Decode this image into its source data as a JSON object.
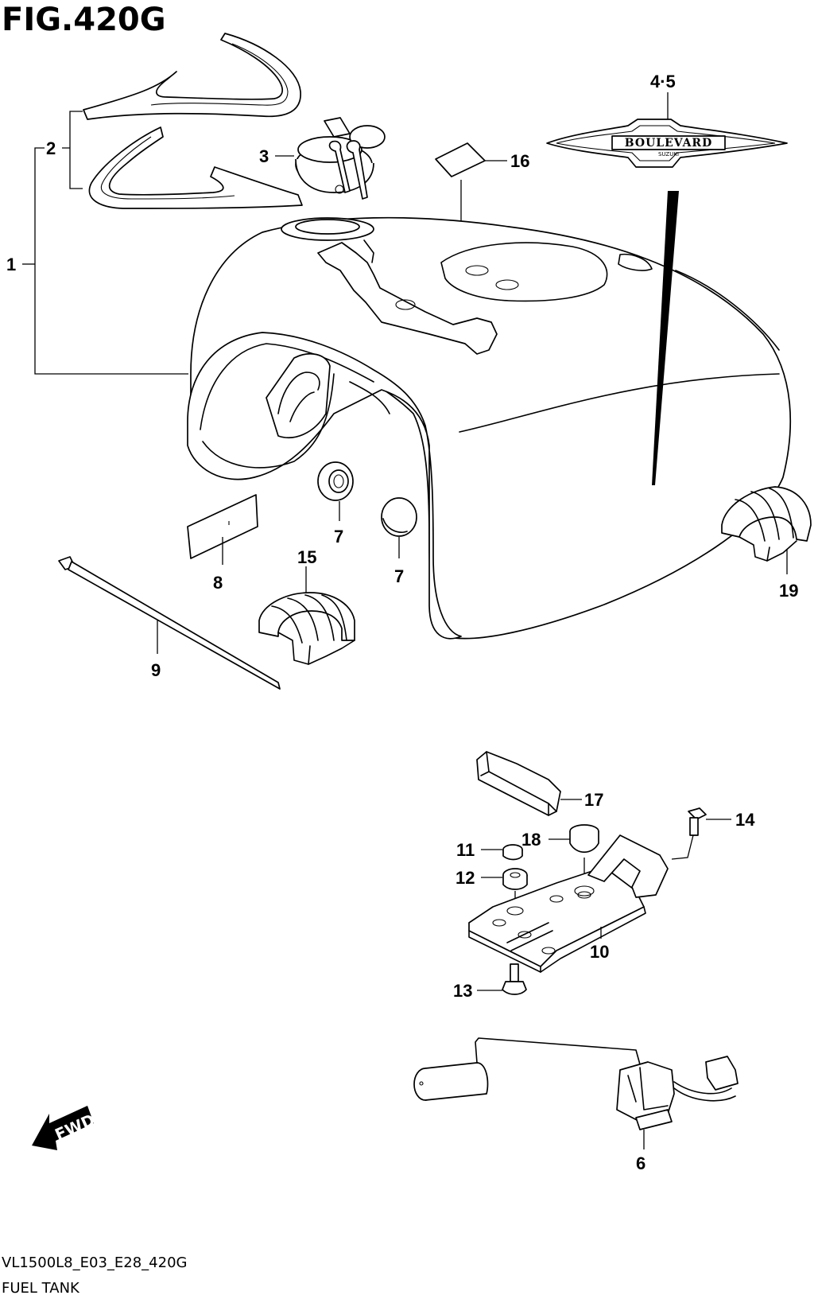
{
  "figure_title": "FIG.420G",
  "footer": {
    "code": "VL1500L8_E03_E28_420G",
    "name": "FUEL TANK"
  },
  "fwd_label": "FWD",
  "badge": {
    "text": "BOULEVARD",
    "sub": "SUZUKI"
  },
  "callouts": [
    {
      "id": "c1",
      "label": "1"
    },
    {
      "id": "c2",
      "label": "2"
    },
    {
      "id": "c3",
      "label": "3"
    },
    {
      "id": "c45",
      "label": "4·5"
    },
    {
      "id": "c16",
      "label": "16"
    },
    {
      "id": "c7a",
      "label": "7"
    },
    {
      "id": "c7b",
      "label": "7"
    },
    {
      "id": "c8",
      "label": "8"
    },
    {
      "id": "c15",
      "label": "15"
    },
    {
      "id": "c9",
      "label": "9"
    },
    {
      "id": "c19",
      "label": "19"
    },
    {
      "id": "c17",
      "label": "17"
    },
    {
      "id": "c14",
      "label": "14"
    },
    {
      "id": "c18",
      "label": "18"
    },
    {
      "id": "c11",
      "label": "11"
    },
    {
      "id": "c12",
      "label": "12"
    },
    {
      "id": "c10",
      "label": "10"
    },
    {
      "id": "c13",
      "label": "13"
    },
    {
      "id": "c6",
      "label": "6"
    }
  ]
}
